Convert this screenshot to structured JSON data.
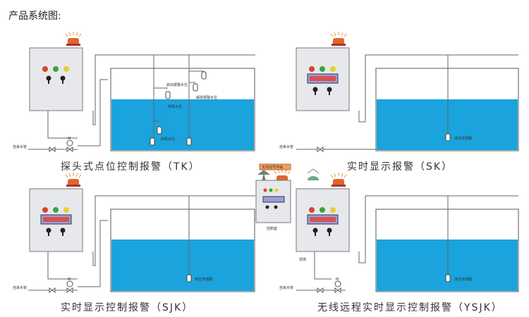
{
  "title": "产品系统图:",
  "panels": {
    "tk": {
      "caption": "探头式点位控制报警（TK）",
      "labels": {
        "start_alarm": "启动报警水位",
        "release_alarm": "解除报警水位",
        "stop_pump": "停泵水位",
        "start_pump": "启泵水位"
      }
    },
    "sk": {
      "caption": "实时显示报警（SK）"
    },
    "sjk": {
      "caption": "实时显示控制报警（SJK）"
    },
    "ysjk": {
      "caption": "无线远程实时显示控制报警（YSJK）",
      "site": "现场"
    }
  },
  "common": {
    "inlet_pipe": "自来水管",
    "sensor": "液位传感器",
    "valve": "M"
  },
  "control_room": {
    "label": "控制室",
    "signal": "无线信号传输"
  },
  "colors": {
    "water": "#1aa3dc",
    "box": "#e6e8ec",
    "line": "#666"
  }
}
